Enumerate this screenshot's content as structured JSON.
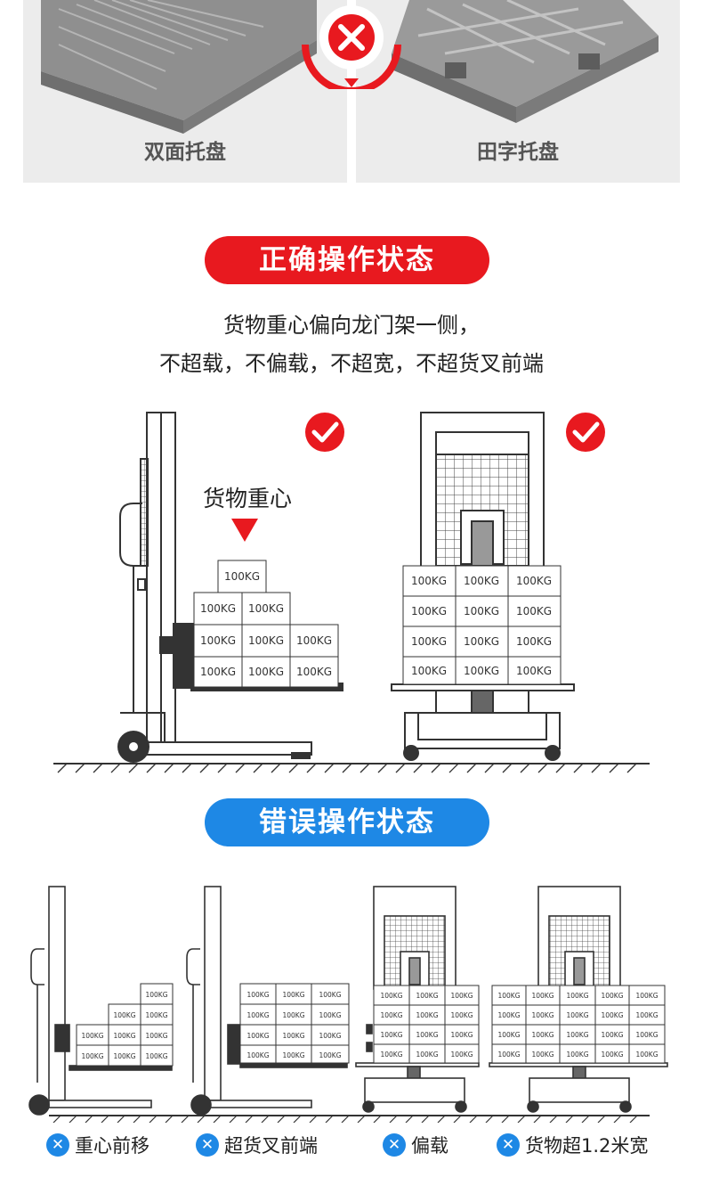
{
  "pallets": {
    "left_label": "双面托盘",
    "right_label": "田字托盘",
    "wrong_icon": "x-circle-icon"
  },
  "correct": {
    "title": "正确操作状态",
    "line1": "货物重心偏向龙门架一侧，",
    "line2": "不超载，不偏载，不超宽，不超货叉前端",
    "gravity_label": "货物重心",
    "box_label": "100KG",
    "check_icon": "check-circle-icon"
  },
  "wrong": {
    "title": "错误操作状态",
    "items": [
      {
        "label": "重心前移"
      },
      {
        "label": "超货叉前端"
      },
      {
        "label": "偏载"
      },
      {
        "label": "货物超1.2米宽"
      }
    ],
    "x_icon": "x-circle-icon"
  },
  "colors": {
    "red": "#e8191f",
    "blue": "#1e88e5",
    "gray": "#555555"
  }
}
